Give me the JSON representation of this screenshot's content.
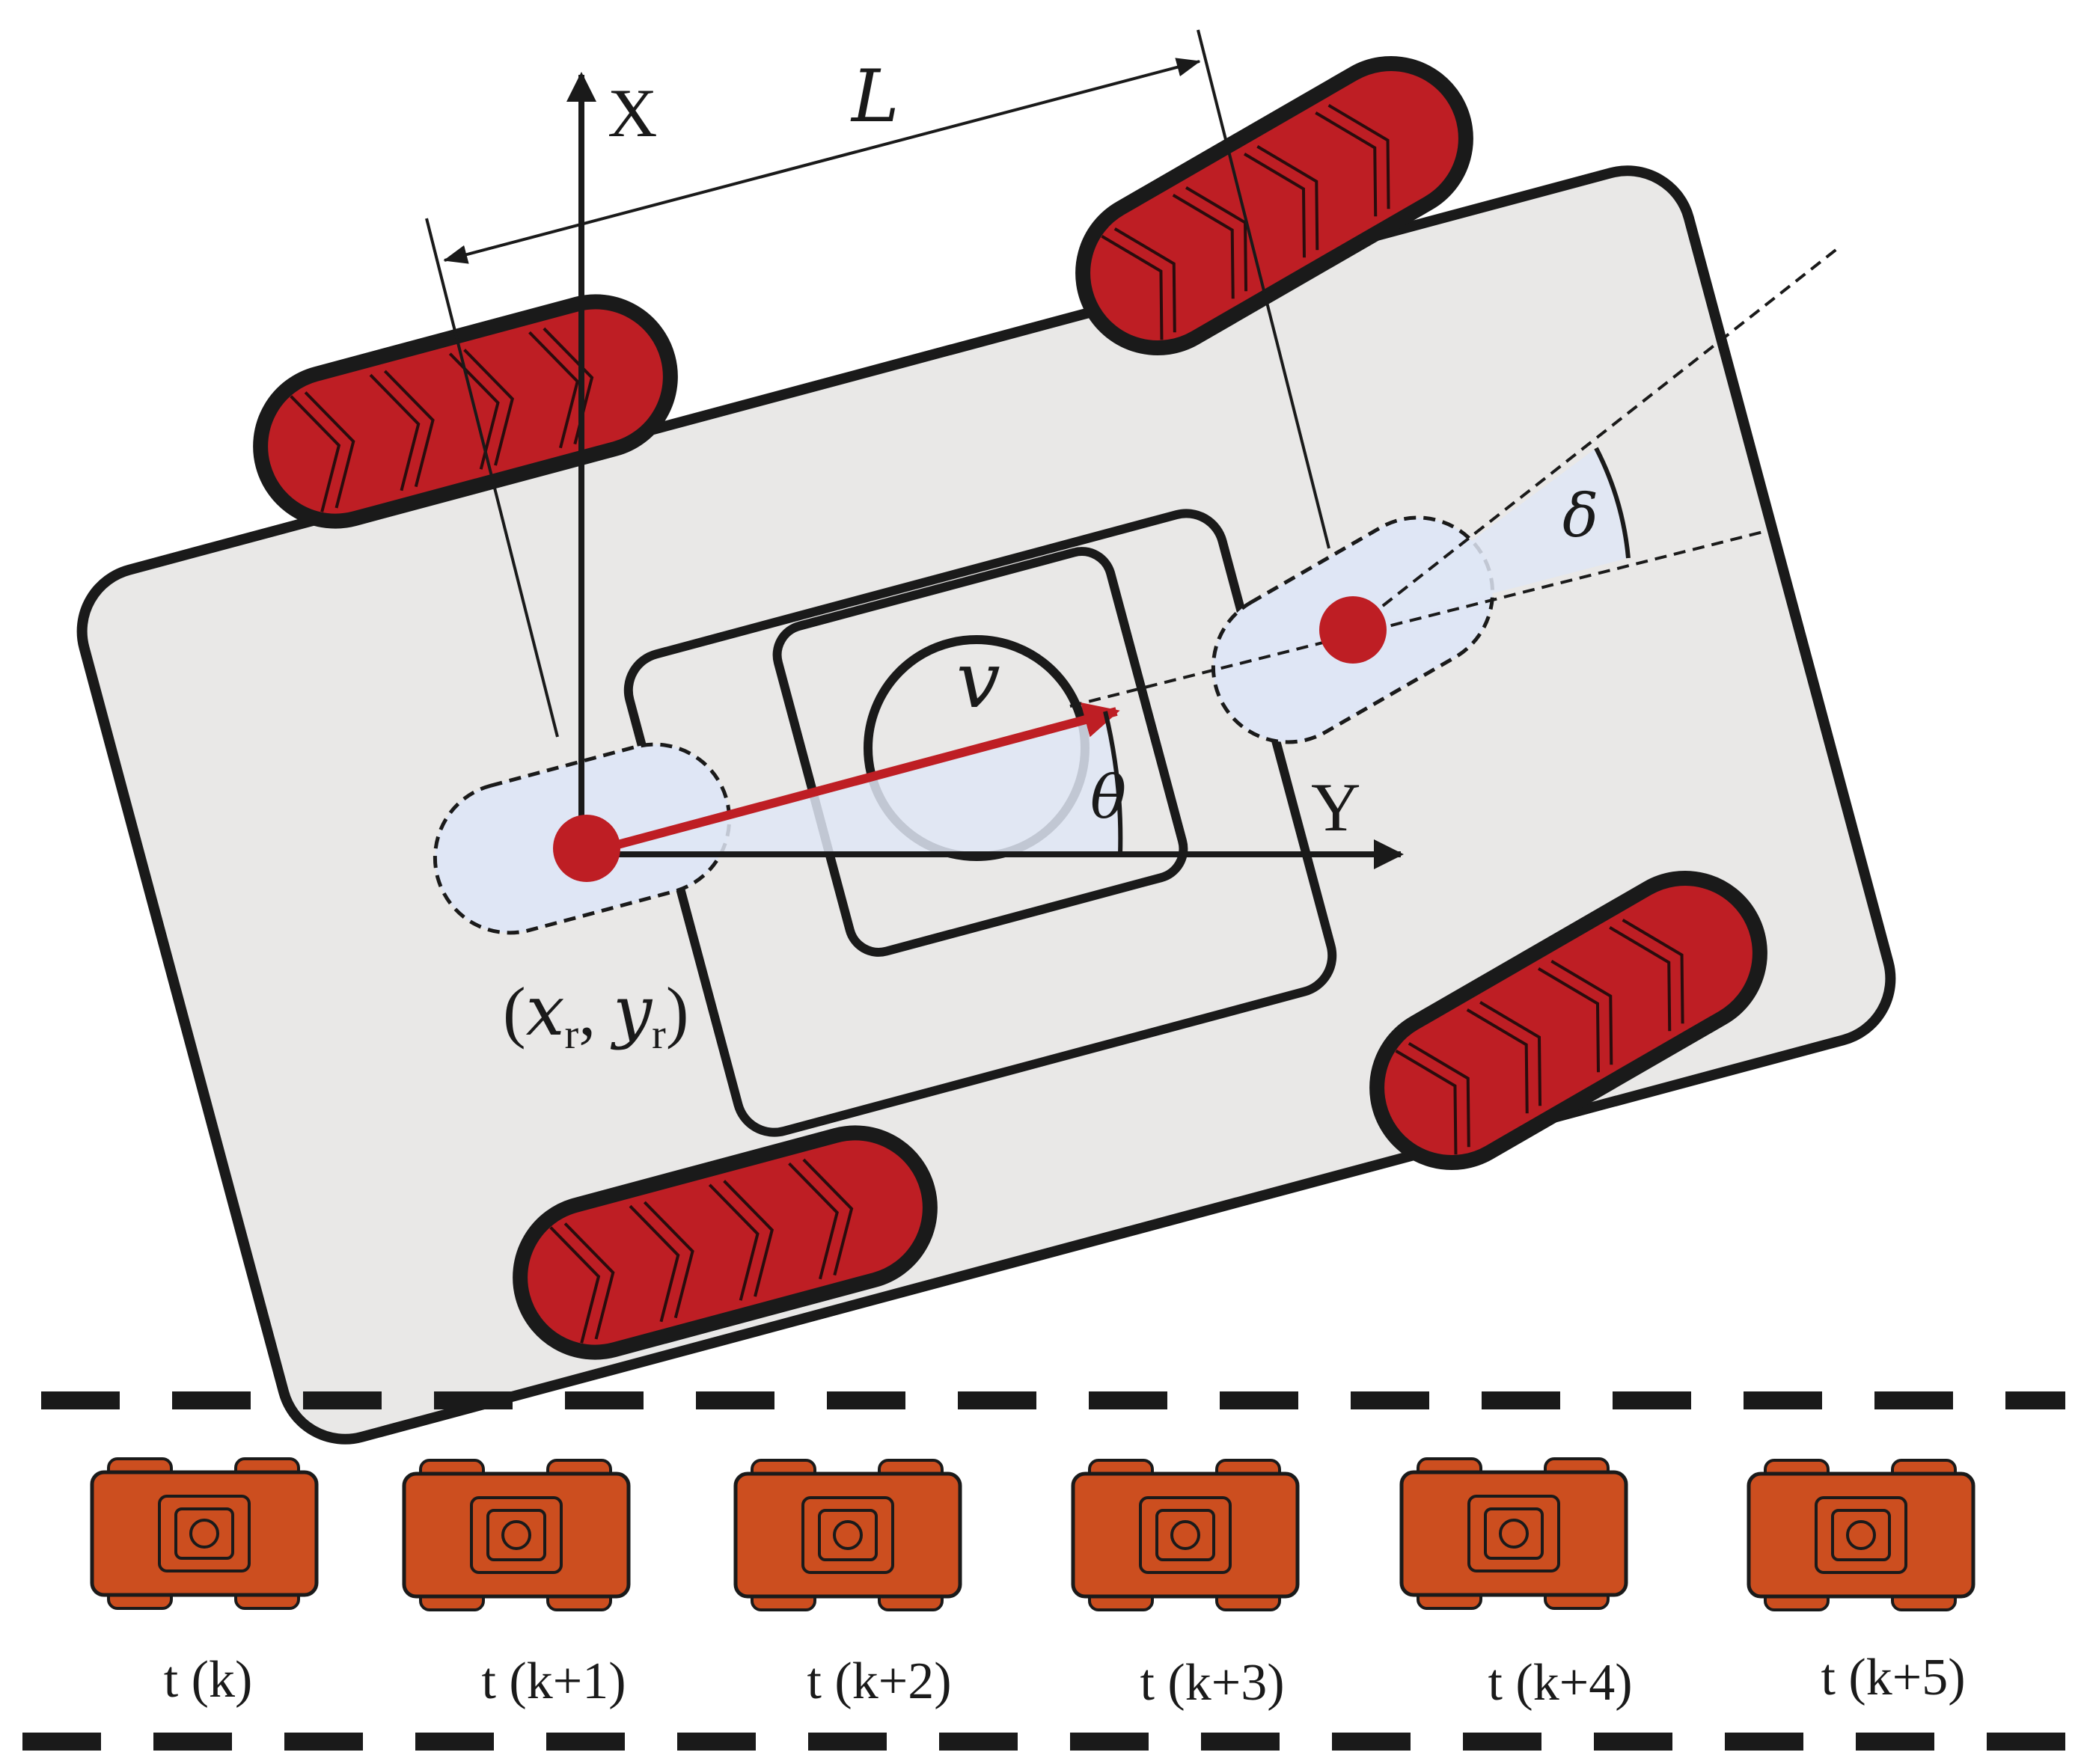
{
  "axes": {
    "x_label": "X",
    "y_label": "Y"
  },
  "symbols": {
    "wheelbase": "L",
    "velocity": "v",
    "heading": "θ",
    "steering": "δ",
    "position_open": "(",
    "position_x": "x",
    "position_x_sub": "r",
    "position_sep": ", ",
    "position_y": "y",
    "position_y_sub": "r",
    "position_close": ")"
  },
  "timeline": {
    "labels": [
      "t (k)",
      "t (k+1)",
      "t (k+2)",
      "t (k+3)",
      "t (k+4)",
      "t (k+5)"
    ]
  },
  "colors": {
    "tire_red": "#be1e24",
    "body_gray": "#e9e8e7",
    "marker_blue": "#dfe6f5",
    "mini_car_orange": "#cc4e1f",
    "outline": "#1a1a1a"
  }
}
